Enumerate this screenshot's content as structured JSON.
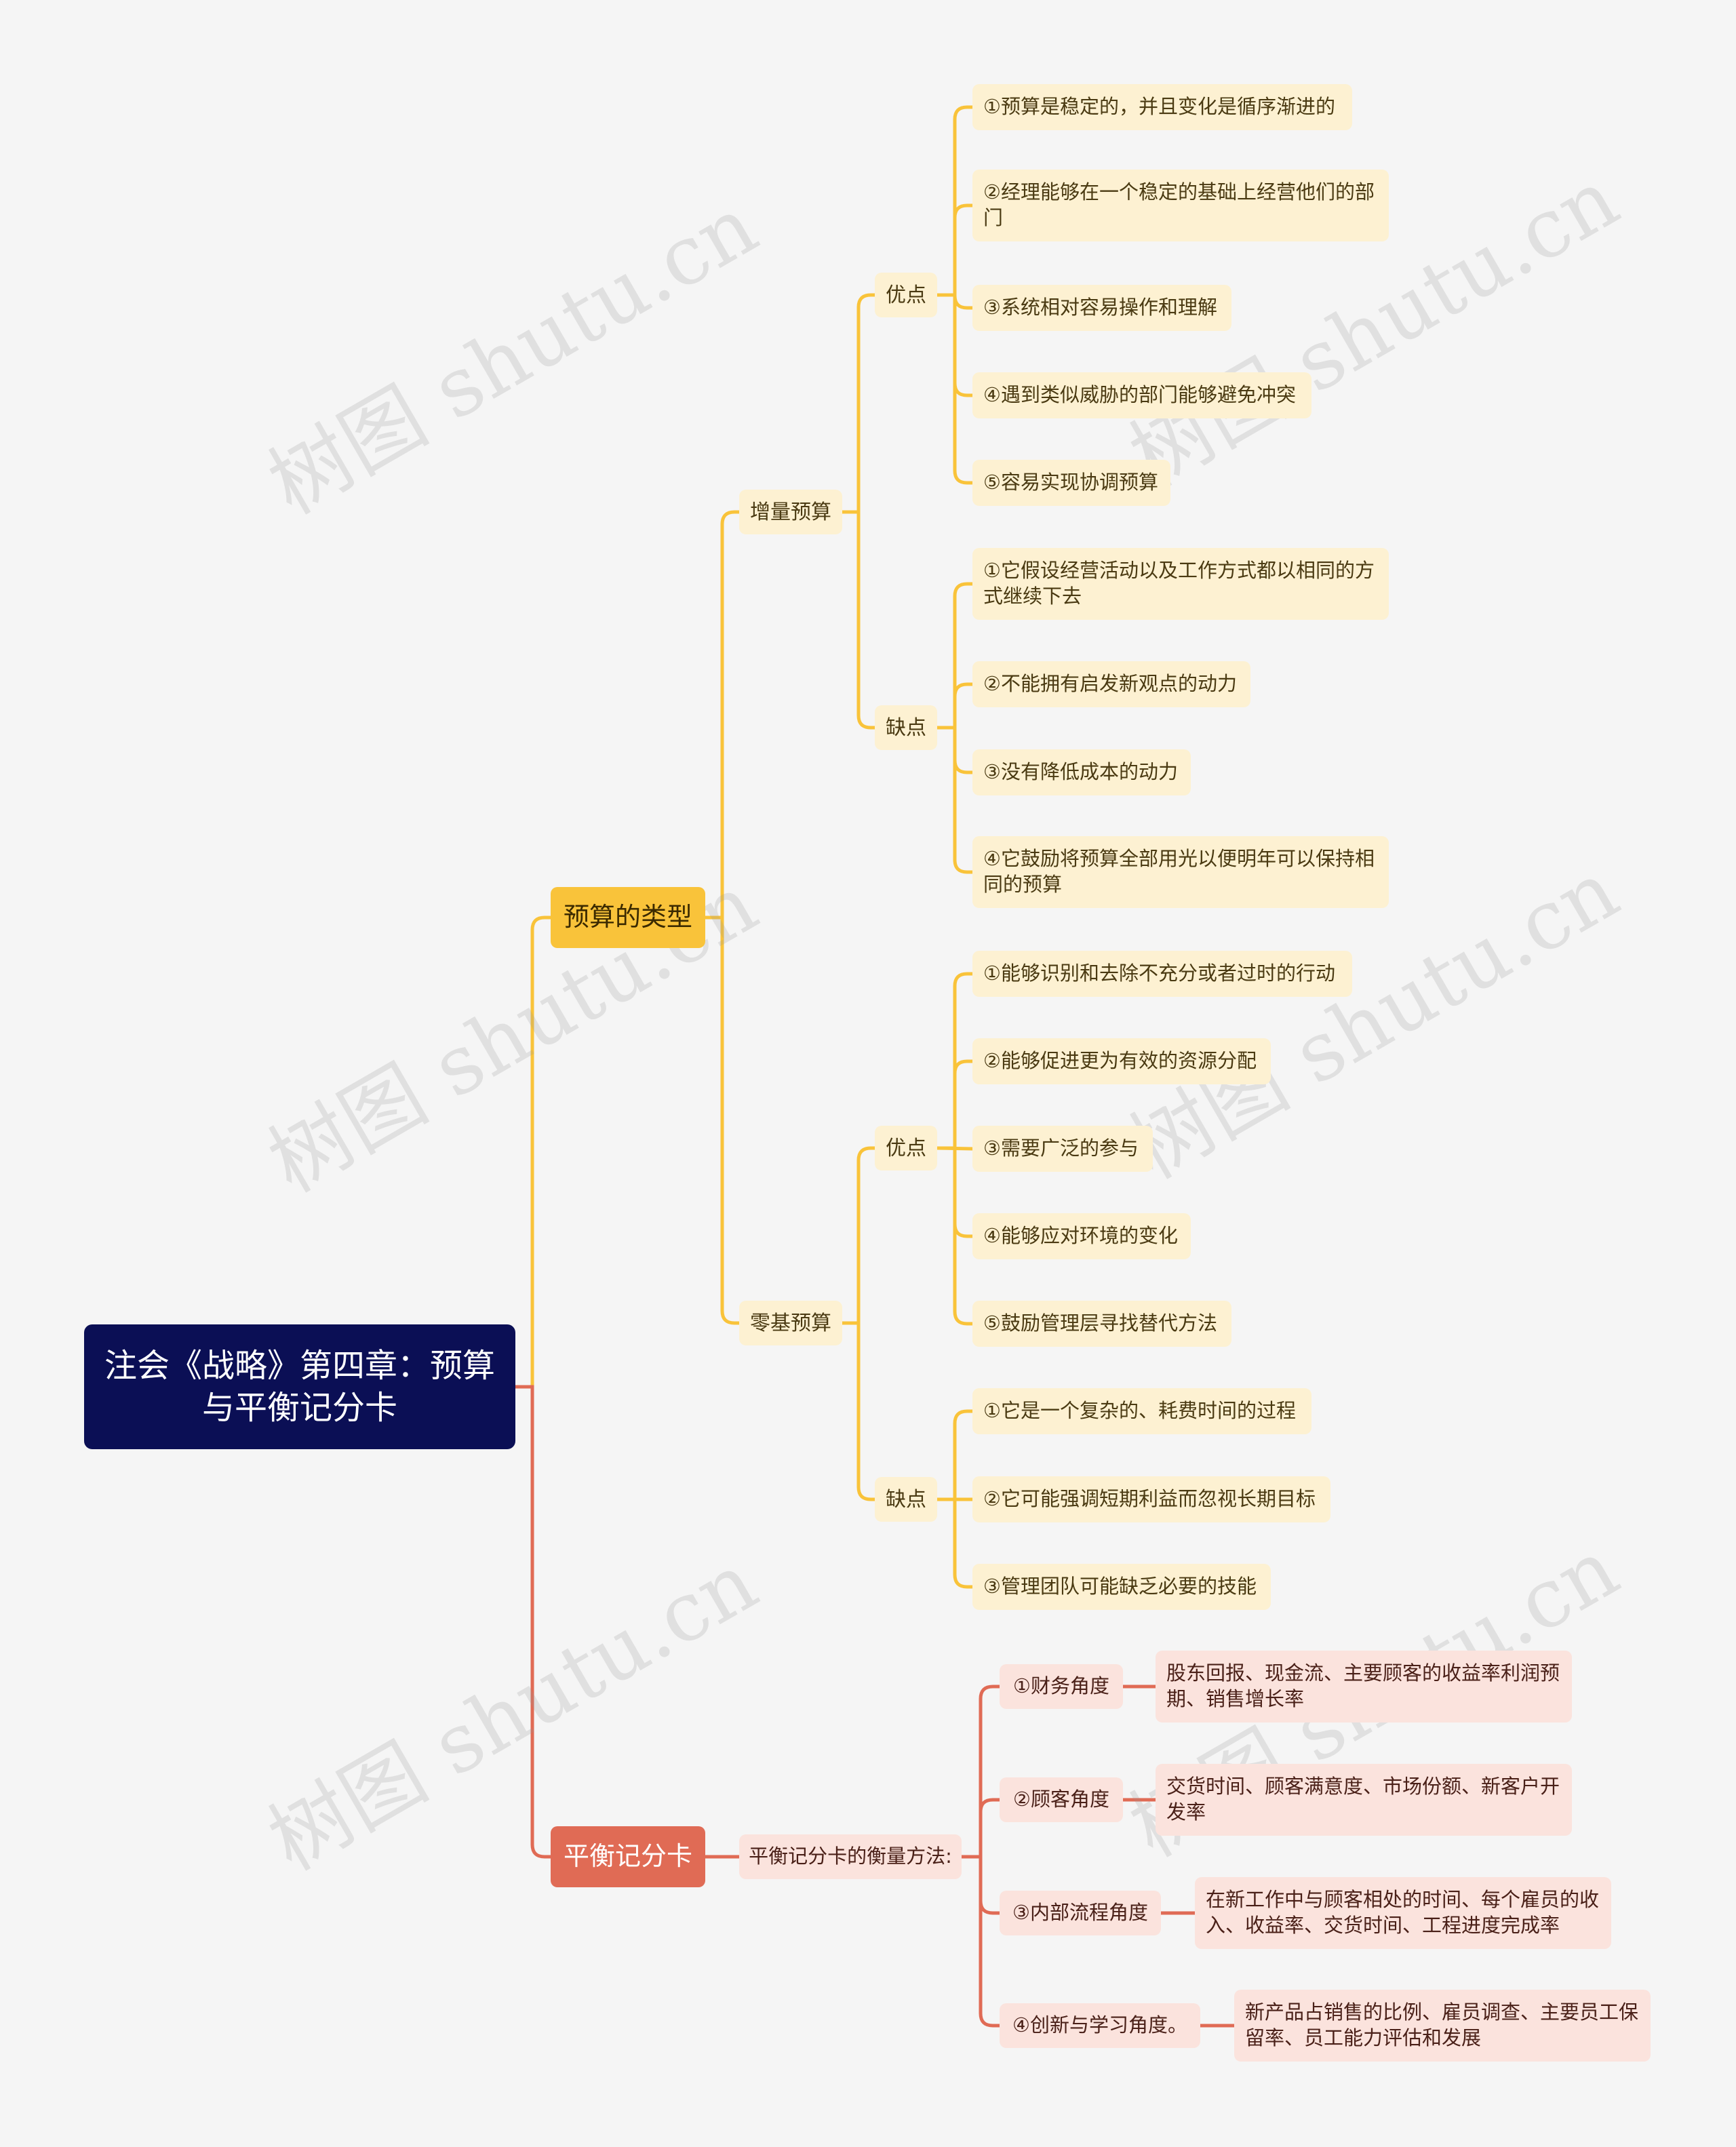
{
  "root": {
    "title": "注会《战略》第四章：预算与平衡记分卡"
  },
  "colors": {
    "background": "#f5f5f5",
    "root": "#0b0f55",
    "yellow_branch": "#f9c33a",
    "red_branch": "#e06b55",
    "yellow_light": "#fdf1d2",
    "red_light": "#fbe3dd"
  },
  "watermark": "树图 shutu.cn",
  "budget_types": {
    "label": "预算的类型",
    "incremental": {
      "label": "增量预算",
      "pros": {
        "label": "优点",
        "items": [
          "①预算是稳定的，并且变化是循序渐进的",
          "②经理能够在一个稳定的基础上经营他们的部门",
          "③系统相对容易操作和理解",
          "④遇到类似威胁的部门能够避免冲突",
          "⑤容易实现协调预算"
        ]
      },
      "cons": {
        "label": "缺点",
        "items": [
          "①它假设经营活动以及工作方式都以相同的方式继续下去",
          "②不能拥有启发新观点的动力",
          "③没有降低成本的动力",
          "④它鼓励将预算全部用光以便明年可以保持相同的预算"
        ]
      }
    },
    "zero_based": {
      "label": "零基预算",
      "pros": {
        "label": "优点",
        "items": [
          "①能够识别和去除不充分或者过时的行动",
          "②能够促进更为有效的资源分配",
          "③需要广泛的参与",
          "④能够应对环境的变化",
          "⑤鼓励管理层寻找替代方法"
        ]
      },
      "cons": {
        "label": "缺点",
        "items": [
          "①它是一个复杂的、耗费时间的过程",
          "②它可能强调短期利益而忽视长期目标",
          "③管理团队可能缺乏必要的技能"
        ]
      }
    }
  },
  "bsc": {
    "label": "平衡记分卡",
    "method": {
      "label": "平衡记分卡的衡量方法:",
      "perspectives": [
        {
          "label": "①财务角度",
          "detail": "股东回报、现金流、主要顾客的收益率利润预期、销售增长率"
        },
        {
          "label": "②顾客角度",
          "detail": "交货时间、顾客满意度、市场份额、新客户开发率"
        },
        {
          "label": "③内部流程角度",
          "detail": "在新工作中与顾客相处的时间、每个雇员的收入、收益率、交货时间、工程进度完成率"
        },
        {
          "label": "④创新与学习角度。",
          "detail": "新产品占销售的比例、雇员调查、主要员工保留率、员工能力评估和发展"
        }
      ]
    }
  }
}
